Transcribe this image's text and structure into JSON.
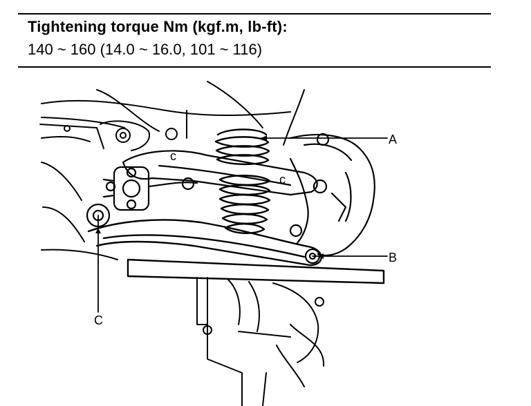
{
  "spec": {
    "title": "Tightening torque Nm (kgf.m, lb-ft):",
    "value": "140 ~ 160 (14.0 ~ 16.0, 101 ~ 116)"
  },
  "callouts": {
    "a": "A",
    "b": "B",
    "c": "C"
  },
  "part_marks": {
    "left": "c",
    "right": "c"
  }
}
